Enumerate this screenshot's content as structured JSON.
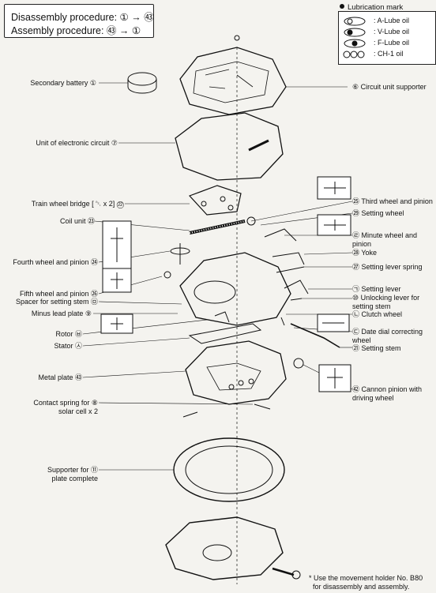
{
  "procedures": {
    "disassembly": "Disassembly procedure: ① → ㊸",
    "assembly": "Assembly procedure: ㊸ → ①"
  },
  "lubrication": {
    "title": "Lubrication mark",
    "items": [
      {
        "symbol": "A-oil-mark-icon",
        "label": ": A-Lube oil"
      },
      {
        "symbol": "V-oil-mark-icon",
        "label": ": V-Lube oil"
      },
      {
        "symbol": "F-oil-mark-icon",
        "label": ": F-Lube oil"
      },
      {
        "symbol": "CH1-oil-mark-icon",
        "label": ": CH-1 oil"
      }
    ]
  },
  "labels_left": [
    "Secondary battery ①",
    "Unit of electronic circuit ⑦",
    "Train wheel bridge [ ␇ x 2] ㉒",
    "Coil unit ㉓",
    "Fourth wheel and pinion ㉔",
    "Fifth wheel and pinion ㉖",
    "Spacer for setting stem ㉤",
    "Minus lead plate ⑨",
    "Rotor ㉥",
    "Stator ㉦",
    "Metal plate ㊸",
    "Contact spring for ⑧\nsolar cell x 2",
    "Supporter for ⑪\nplate complete"
  ],
  "labels_right": [
    "⑥ Circuit unit supporter",
    "㉕ Third wheel and pinion",
    "㉙ Setting wheel",
    "㉣ Minute wheel and\npinion",
    "㉘ Yoke",
    "㉗ Setting lever spring",
    "㉠ Setting lever",
    "⑩ Unlocking lever for\nsetting stem",
    "㉡ Clutch wheel",
    "㉢ Date dial correcting\nwheel",
    "㉑ Setting stem",
    "㊷ Cannon pinion with\ndriving wheel"
  ],
  "note": "* Use the movement holder No. B80\n  for disassembly and assembly.",
  "colors": {
    "ink": "#111111",
    "paper": "#f4f3ef"
  }
}
